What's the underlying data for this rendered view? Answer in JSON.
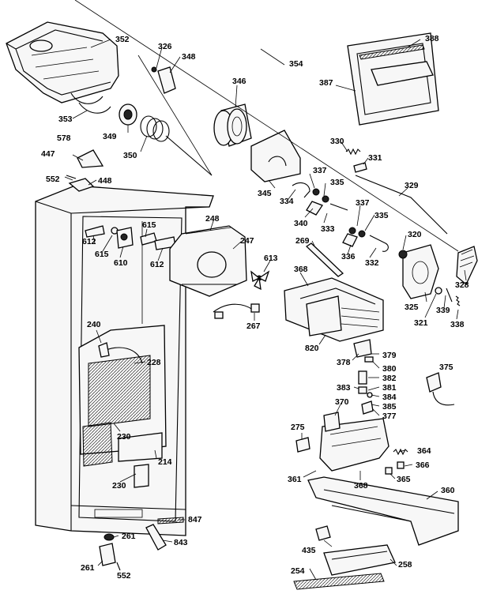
{
  "labels": {
    "l352": "352",
    "l326": "326",
    "l348": "348",
    "l354": "354",
    "l388": "388",
    "l387": "387",
    "l346": "346",
    "l353": "353",
    "l349": "349",
    "l350": "350",
    "l578": "578",
    "l447": "447",
    "l552a": "552",
    "l448": "448",
    "l345": "345",
    "l330": "330",
    "l331": "331",
    "l337a": "337",
    "l335a": "335",
    "l334": "334",
    "l329": "329",
    "l340": "340",
    "l333": "333",
    "l337b": "337",
    "l335b": "335",
    "l269": "269",
    "l320": "320",
    "l336": "336",
    "l332": "332",
    "l328": "328",
    "l248": "248",
    "l247": "247",
    "l612a": "612",
    "l615a": "615",
    "l615b": "615",
    "l610": "610",
    "l612b": "612",
    "l613": "613",
    "l368": "368",
    "l325": "325",
    "l339": "339",
    "l321": "321",
    "l338": "338",
    "l267": "267",
    "l240": "240",
    "l228": "228",
    "l820": "820",
    "l378": "378",
    "l379": "379",
    "l380": "380",
    "l382": "382",
    "l375": "375",
    "l381": "381",
    "l383": "383",
    "l384": "384",
    "l385": "385",
    "l370": "370",
    "l377": "377",
    "l275": "275",
    "l230a": "230",
    "l214": "214",
    "l364": "364",
    "l366": "366",
    "l361": "361",
    "l368b": "368",
    "l365": "365",
    "l230b": "230",
    "l360": "360",
    "l847": "847",
    "l261a": "261",
    "l843": "843",
    "l435": "435",
    "l261b": "261",
    "l552b": "552",
    "l258": "258",
    "l254": "254"
  }
}
